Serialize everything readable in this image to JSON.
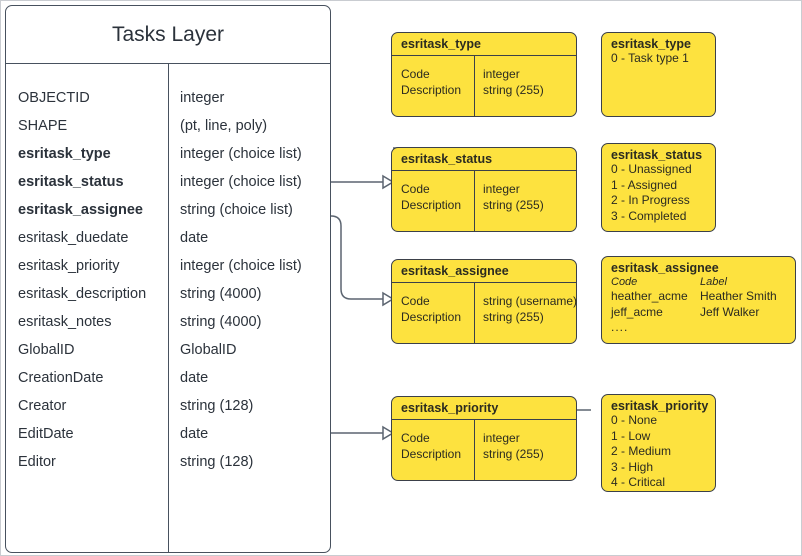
{
  "entity": {
    "title": "Tasks Layer",
    "fields": [
      {
        "name": "OBJECTID",
        "type": "integer",
        "bold": false
      },
      {
        "name": "SHAPE",
        "type": "(pt, line, poly)",
        "bold": false
      },
      {
        "name": "esritask_type",
        "type": "integer (choice list)",
        "bold": true
      },
      {
        "name": "esritask_status",
        "type": "integer (choice list)",
        "bold": true
      },
      {
        "name": "esritask_assignee",
        "type": "string (choice list)",
        "bold": true
      },
      {
        "name": "esritask_duedate",
        "type": "date",
        "bold": false
      },
      {
        "name": "esritask_priority",
        "type": "integer (choice list)",
        "bold": false
      },
      {
        "name": "esritask_description",
        "type": "string (4000)",
        "bold": false
      },
      {
        "name": "esritask_notes",
        "type": "string (4000)",
        "bold": false
      },
      {
        "name": "GlobalID",
        "type": "GlobalID",
        "bold": false
      },
      {
        "name": "CreationDate",
        "type": "date",
        "bold": false
      },
      {
        "name": "Creator",
        "type": "string (128)",
        "bold": false
      },
      {
        "name": "EditDate",
        "type": "date",
        "bold": false
      },
      {
        "name": "Editor",
        "type": "string (128)",
        "bold": false
      }
    ]
  },
  "schemas": {
    "type": {
      "title": "esritask_type",
      "left": [
        "Code",
        "Description"
      ],
      "right": [
        "integer",
        "string (255)"
      ]
    },
    "status": {
      "title": "esritask_status",
      "left": [
        "Code",
        "Description"
      ],
      "right": [
        "integer",
        "string (255)"
      ]
    },
    "assignee": {
      "title": "esritask_assignee",
      "left": [
        "Code",
        "Description"
      ],
      "right": [
        "string  (username)",
        "string (255)"
      ]
    },
    "priority": {
      "title": "esritask_priority",
      "left": [
        "Code",
        "Description"
      ],
      "right": [
        "integer",
        "string (255)"
      ]
    }
  },
  "values": {
    "type": {
      "title": "esritask_type",
      "lines": [
        "0 - Task type 1"
      ]
    },
    "status": {
      "title": "esritask_status",
      "lines": [
        "0 - Unassigned",
        "1 - Assigned",
        "2 - In Progress",
        "3 - Completed"
      ]
    },
    "assignee": {
      "title": "esritask_assignee",
      "head": {
        "code": "Code",
        "label": "Label"
      },
      "rows": [
        {
          "code": "heather_acme",
          "label": "Heather Smith"
        },
        {
          "code": "jeff_acme",
          "label": "Jeff Walker"
        }
      ],
      "ellipsis": "...."
    },
    "priority": {
      "title": "esritask_priority",
      "lines": [
        "0 - None",
        "1 - Low",
        "2 - Medium",
        "3 - High",
        "4 - Critical"
      ]
    }
  },
  "colors": {
    "yellow": "#FDE23F",
    "outline": "#3b4049",
    "table_outline": "#47515e",
    "connector": "#5b6470"
  }
}
